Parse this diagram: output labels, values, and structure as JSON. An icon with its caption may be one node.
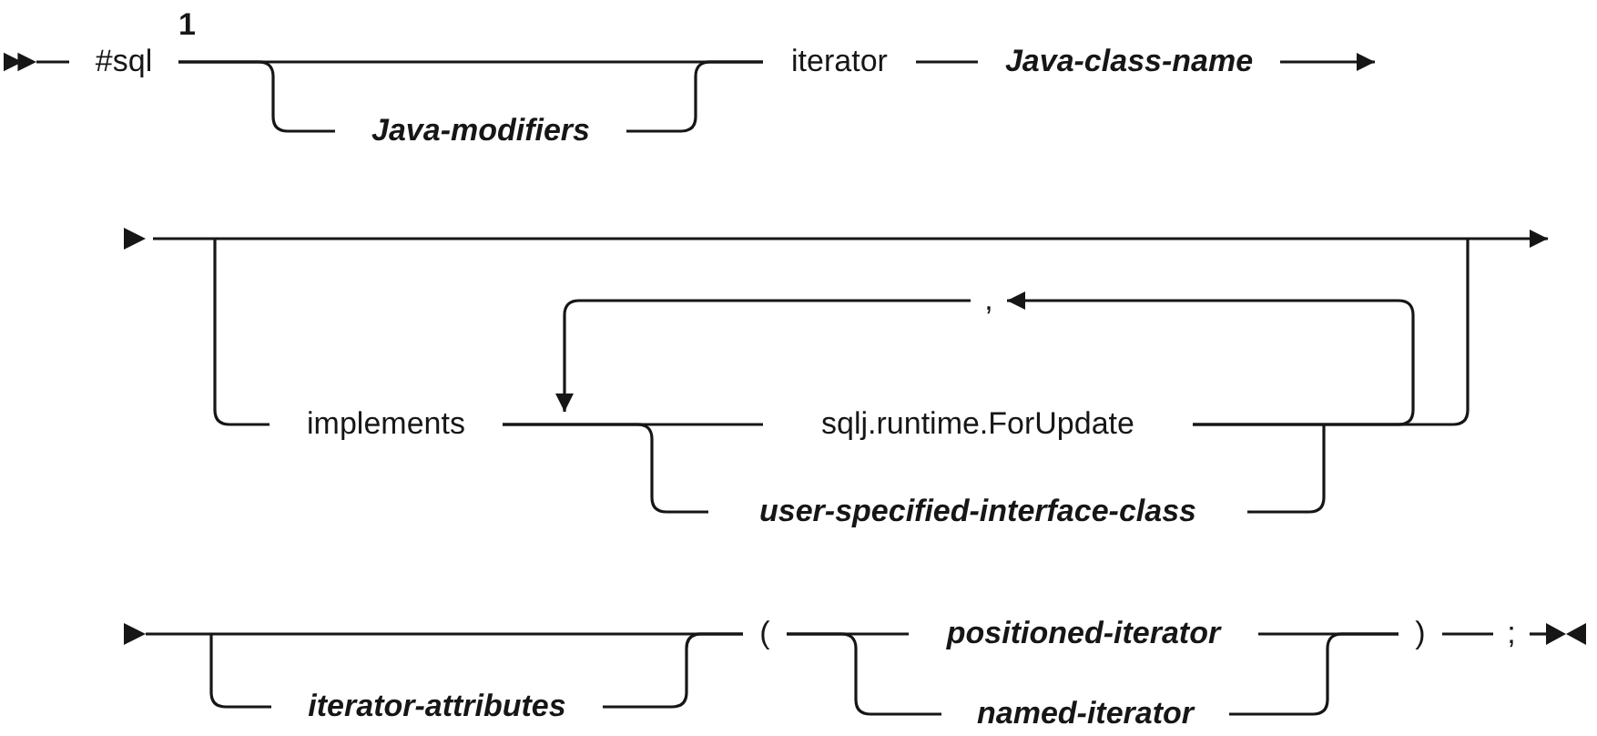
{
  "diagram": {
    "nodes": [
      {
        "text": [
          "#sql"
        ],
        "beside": [
          "1"
        ]
      },
      {
        "text": [
          "Java-modifiers"
        ]
      },
      {
        "text": [
          "iterator"
        ]
      },
      {
        "text": [
          "Java-class-name"
        ]
      },
      {
        "text": [
          "implements"
        ]
      },
      {
        "text": [
          ","
        ]
      },
      {
        "text": [
          "sqlj.runtime.ForUpdate"
        ]
      },
      {
        "text": [
          "user-specified-interface-class"
        ]
      },
      {
        "text": [
          "iterator-attributes"
        ]
      },
      {
        "text": [
          "("
        ]
      },
      {
        "text": [
          "positioned-iterator"
        ]
      },
      {
        "text": [
          "named-iterator"
        ]
      },
      {
        "text": [
          ")"
        ]
      },
      {
        "text": [
          ";"
        ]
      },
      {
        "text": [],
        "shape": "triangle"
      },
      {
        "text": [],
        "shape": "triangle"
      }
    ],
    "edges": [
      {
        "from": 14,
        "to": 0,
        "arrow": "none"
      },
      {
        "from": 0,
        "to": 2,
        "arrow": "none"
      },
      {
        "from": 0,
        "to": 1,
        "arrow": "none"
      },
      {
        "from": 1,
        "to": 2,
        "arrow": "none"
      },
      {
        "from": 2,
        "to": 3,
        "arrow": "none"
      },
      {
        "from": 3,
        "to": null,
        "arrow": "to"
      },
      {
        "from": null,
        "to": 4,
        "arrow": "none"
      },
      {
        "from": 4,
        "to": 6,
        "arrow": "none"
      },
      {
        "from": 4,
        "to": 7,
        "arrow": "none"
      },
      {
        "from": 6,
        "to": null,
        "arrow": "none"
      },
      {
        "from": 7,
        "to": null,
        "arrow": "none"
      },
      {
        "from": 6,
        "to": 5,
        "arrow": "to"
      },
      {
        "from": 5,
        "to": null,
        "arrow": "to"
      },
      {
        "from": 15,
        "to": 9,
        "arrow": "none"
      },
      {
        "from": null,
        "to": 8,
        "arrow": "none"
      },
      {
        "from": 8,
        "to": 9,
        "arrow": "none"
      },
      {
        "from": 9,
        "to": 10,
        "arrow": "none"
      },
      {
        "from": 9,
        "to": 11,
        "arrow": "none"
      },
      {
        "from": 10,
        "to": 12,
        "arrow": "none"
      },
      {
        "from": 11,
        "to": 12,
        "arrow": "none"
      },
      {
        "from": 12,
        "to": 13,
        "arrow": "none"
      }
    ]
  }
}
